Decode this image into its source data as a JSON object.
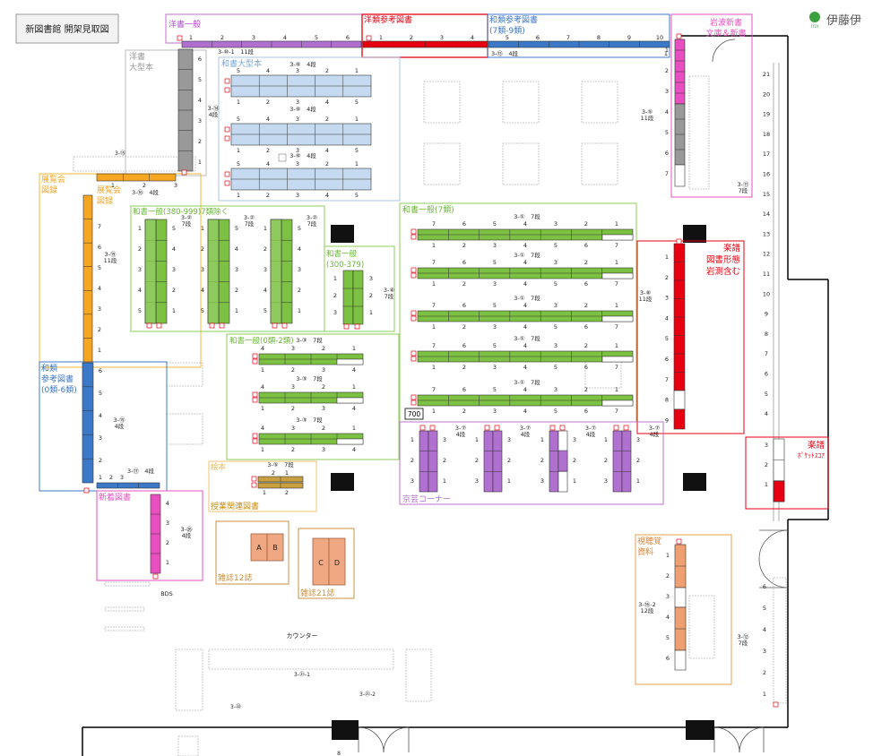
{
  "title": "新図書館 開架見取図",
  "logo": {
    "text": "伊藤伊",
    "sub": "ITOI"
  },
  "colors": {
    "pink": "#e84fc0",
    "purple": "#a644d6",
    "red": "#e60012",
    "blue": "#3c78c8",
    "green": "#7cc142",
    "lightblue": "#c5daf0",
    "gray": "#999999",
    "orange": "#f5a623",
    "salmon": "#f0a070",
    "ehon": "#c8a040",
    "violet": "#b070d0"
  },
  "sections": {
    "yosho_ippan": {
      "label": "洋書一般",
      "nums": [
        "1",
        "2",
        "3",
        "4",
        "5",
        "6"
      ],
      "code": "3-⑩-1　11段"
    },
    "yosho_sanko": {
      "label": "洋類参考図書",
      "nums": [
        "1",
        "2",
        "3",
        "4"
      ]
    },
    "wa_sanko_top": {
      "label": "和類参考図書",
      "sub": "(7類-9類)",
      "nums": [
        "5",
        "6",
        "7",
        "8",
        "9",
        "10"
      ],
      "code": "3-⑬　4段",
      "end": "1"
    },
    "iwanami": {
      "line1": "岩波新書",
      "line2": "文庫＆新書",
      "code": "3-⑤",
      "dan": "11段"
    },
    "yosho_ogata": {
      "line1": "洋書",
      "line2": "大型本",
      "nums": [
        "6",
        "5",
        "4",
        "3",
        "2",
        "1"
      ],
      "code": "3-⑭",
      "dan": "4段"
    },
    "washo_ogata": {
      "label": "和書大型本",
      "code": "3-⑥　4段",
      "top_nums": [
        "5",
        "4",
        "3",
        "2",
        "1"
      ],
      "bot_nums": [
        "1",
        "2",
        "3",
        "4",
        "5"
      ]
    },
    "tenran": {
      "line1": "展覧会",
      "line2": "図録",
      "code": "3-⑲",
      "dan": "11段",
      "nums": [
        "7",
        "6",
        "5",
        "4",
        "3",
        "2",
        "1"
      ]
    },
    "tenran2": {
      "line1": "展覧会",
      "line2": "図録",
      "code": "3-⑯　4段",
      "nums": [
        "1",
        "2",
        "3"
      ]
    },
    "washo_380": {
      "label": "和書一般(380-999)7類除く",
      "code": "3-②",
      "dan": "7段",
      "left": [
        "1",
        "2",
        "3",
        "4",
        "5"
      ],
      "right": [
        "5",
        "4",
        "3",
        "2",
        "1"
      ]
    },
    "washo_300": {
      "line1": "和書一般",
      "line2": "(300-379)",
      "code": "3-④",
      "dan": "7段",
      "left": [
        "1",
        "2",
        "3"
      ],
      "right": [
        "3",
        "2",
        "1"
      ]
    },
    "washo_7": {
      "label": "和書一般(7類)",
      "code": "3-①　7段",
      "top": [
        "7",
        "6",
        "5",
        "4",
        "3",
        "2",
        "1"
      ],
      "bot": [
        "1",
        "2",
        "3",
        "4",
        "5",
        "6",
        "7"
      ],
      "box": "700"
    },
    "washo_02": {
      "label": "和書一般(0類-2類)",
      "code": "3-③　7段",
      "top": [
        "4",
        "3",
        "2",
        "1"
      ],
      "bot": [
        "1",
        "2",
        "3",
        "4"
      ]
    },
    "wa_sanko_left": {
      "line1": "和類",
      "line2": "参考図書",
      "line3": "(0類-6類)",
      "code": "3-⑮",
      "dan": "4段",
      "nums": [
        "6",
        "5",
        "4",
        "3",
        "2"
      ],
      "bot_code": "3-⑰　4段",
      "bot_nums": [
        "1",
        "2",
        "3"
      ]
    },
    "gakufu_right": {
      "line1": "楽譜",
      "line2": "図書形態",
      "line3": "岩測含む",
      "code": "3-⑧",
      "dan": "11段",
      "nums": [
        "1",
        "2",
        "3",
        "4",
        "5",
        "6",
        "7",
        "8",
        "9"
      ]
    },
    "gakufu_pocket": {
      "line1": "楽譜",
      "line2": "ﾎﾟｹｯﾄｽｺｱ",
      "nums": [
        "3",
        "2",
        "1"
      ]
    },
    "right_wall": {
      "code": "3-⑪",
      "dan": "7段",
      "nums": [
        "21",
        "20",
        "19",
        "18",
        "17",
        "16",
        "15",
        "14",
        "13",
        "12",
        "11",
        "10",
        "9",
        "8",
        "7",
        "6",
        "5",
        "4"
      ]
    },
    "right_wall_bottom": {
      "code": "3-⑫",
      "dan": "7段",
      "nums": [
        "6",
        "5",
        "4",
        "3",
        "2",
        "1"
      ]
    },
    "kyogei": {
      "label": "京芸コーナー",
      "code": "3-⑦",
      "dan": "4段",
      "left": [
        "1",
        "2",
        "3"
      ],
      "right": [
        "3",
        "2",
        "1"
      ]
    },
    "ehon": {
      "label": "絵本",
      "code": "3-⑤　7段",
      "nums": [
        "2",
        "1",
        "1",
        "2"
      ]
    },
    "jugyo": {
      "label": "授業関連図書"
    },
    "shinchaku": {
      "label": "新着図書",
      "code": "3-㉖",
      "dan": "4段",
      "nums": [
        "4",
        "3",
        "2",
        "1"
      ]
    },
    "zasshi12": {
      "label": "雑誌12誌",
      "a": "A",
      "b": "B"
    },
    "zasshi21": {
      "label": "雑誌21誌",
      "c": "C",
      "d": "D"
    },
    "shichokaku": {
      "line1": "視聴覚",
      "line2": "資料",
      "code": "3-⑯-2",
      "dan": "12段",
      "nums": [
        "1",
        "2",
        "3",
        "4",
        "5",
        "6"
      ]
    },
    "misc": {
      "bds": "BDS",
      "counter": "カウンター",
      "c1": "3-㉑-1",
      "c2": "3-㉑-2",
      "c3": "3-㉒",
      "eight": "8",
      "c15": "3-⑮"
    }
  }
}
